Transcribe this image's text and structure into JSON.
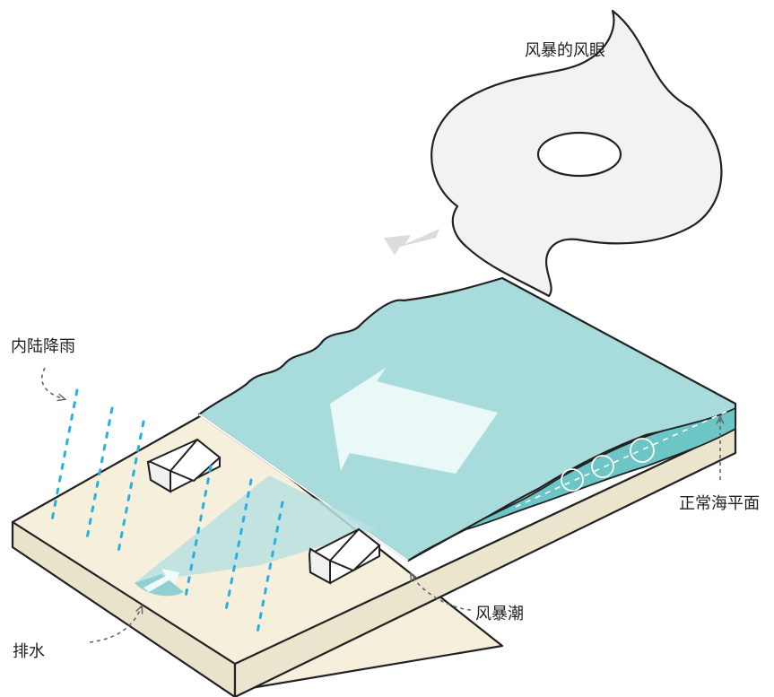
{
  "labels": {
    "storm_eye": "风暴的风眼",
    "inland_rainfall": "内陆降雨",
    "normal_sea_level": "正常海平面",
    "storm_surge": "风暴潮",
    "drainage": "排水"
  },
  "colors": {
    "land_top": "#f5efdc",
    "land_side": "#ece6d0",
    "outline": "#222222",
    "water_top": "#a8dcdc",
    "water_side": "#6cc6c6",
    "rain": "#2ab0e0",
    "arrow": "#eef9f9",
    "storm": "#f2f2f2",
    "leader": "#666666"
  }
}
